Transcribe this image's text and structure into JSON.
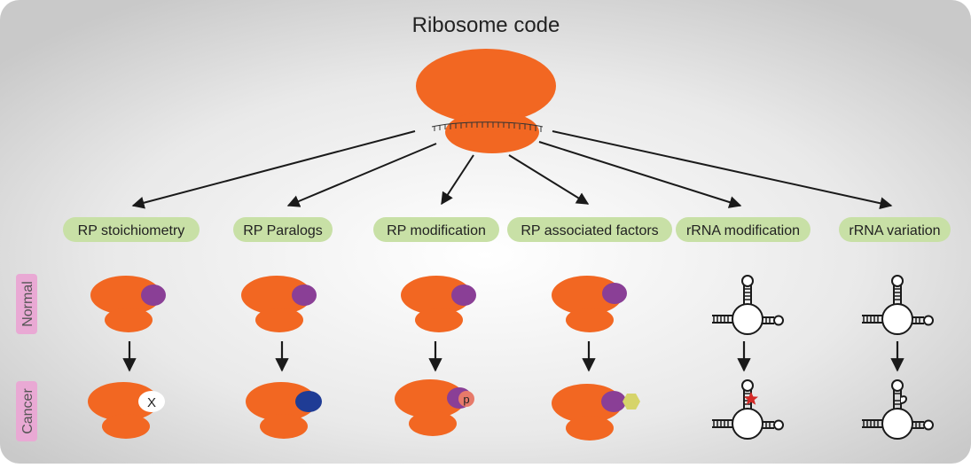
{
  "title": "Ribosome code",
  "categories": [
    "RP stoichiometry",
    "RP Paralogs",
    "RP modification",
    "RP associated factors",
    "rRNA modification",
    "rRNA variation"
  ],
  "row_labels": {
    "normal": "Normal",
    "cancer": "Cancer"
  },
  "markers": {
    "missing": "X",
    "phospho": "p"
  },
  "colors": {
    "ribosome": "#f26722",
    "protein": "#8a3f96",
    "paralog": "#1f3c95",
    "factor": "#d6d46a",
    "label_bg": "#c8e0a6",
    "row_label_bg": "#e9a9d4",
    "modification_star": "#d42a27"
  },
  "icons": [
    "arrow-down-icon",
    "ribosome-icon",
    "rrna-stem-loop-icon",
    "star-icon",
    "hexagon-icon"
  ]
}
